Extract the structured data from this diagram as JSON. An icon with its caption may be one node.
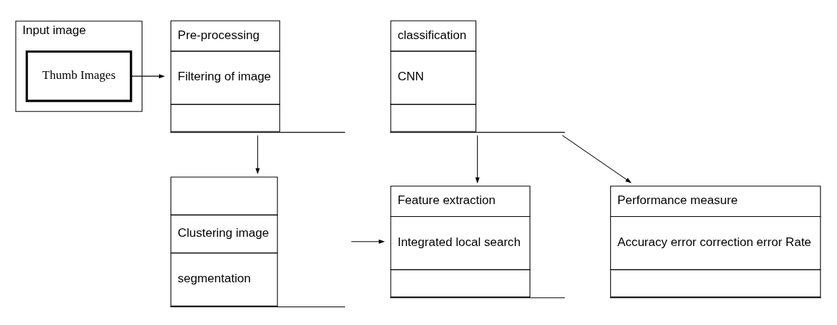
{
  "diagram": {
    "nodes": [
      {
        "text": [
          "Input image"
        ]
      },
      {
        "text": [
          "Thumb Images"
        ],
        "in": 0
      },
      {
        "text": [
          "Pre-processing",
          "Filtering of image"
        ]
      },
      {
        "text": [
          "classification",
          "CNN"
        ]
      },
      {
        "text": [
          "Performance measure",
          "Accuracy error correction error Rate"
        ]
      },
      {
        "text": [
          "Clustering image",
          "segmentation"
        ]
      },
      {
        "text": [
          "Feature extraction",
          "Integrated local search"
        ]
      }
    ],
    "edges": [
      {
        "from": 1,
        "to": 2,
        "arrow": "to"
      },
      {
        "from": 2,
        "to": 5,
        "arrow": "to"
      },
      {
        "from": 5,
        "to": 6,
        "arrow": "to"
      },
      {
        "from": 3,
        "to": 6,
        "arrow": "to"
      },
      {
        "from": 3,
        "to": 4,
        "arrow": "to"
      }
    ]
  }
}
